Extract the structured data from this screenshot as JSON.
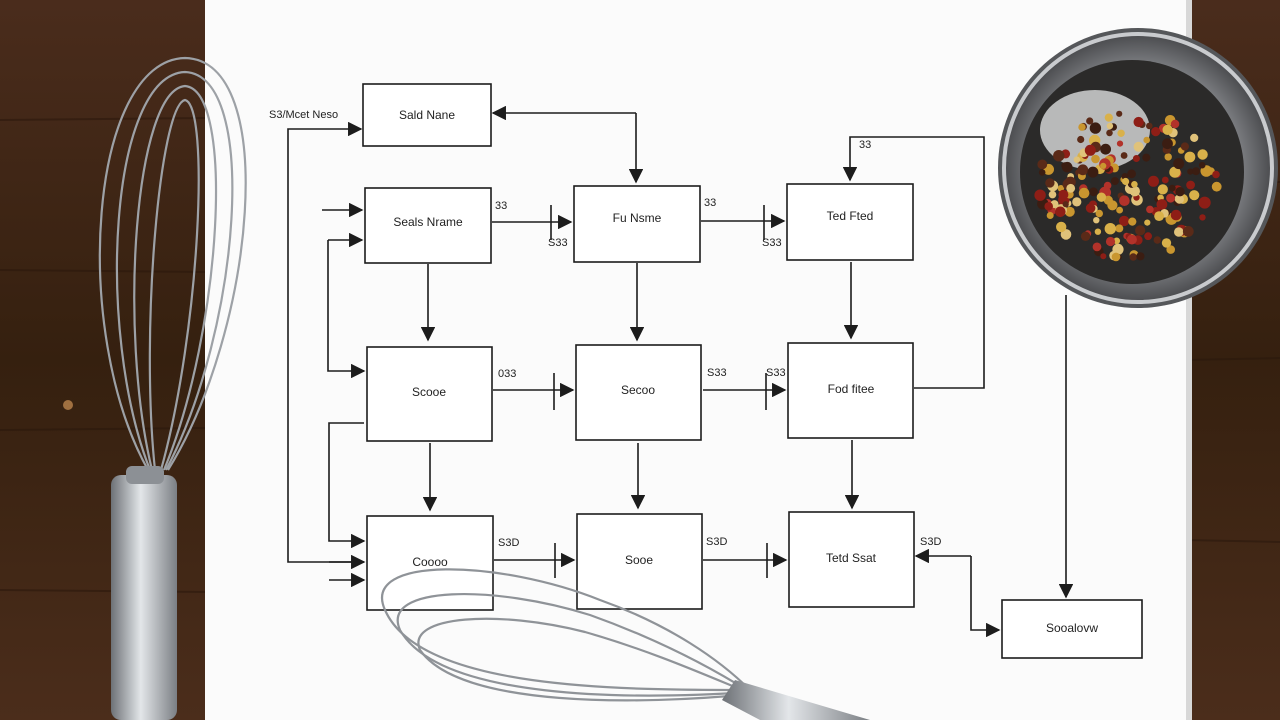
{
  "colors": {
    "table_wood": "#3b2418",
    "paper": "#fbfbfb",
    "ink": "#1c1c1c",
    "steel": "#a9adb2",
    "bowl_rim": "#8d8f93",
    "pepper_red": "#8e1e16",
    "pepper_gold": "#c9962f",
    "pepper_dark": "#3b1d12"
  },
  "diagram": {
    "nodes": [
      {
        "id": "n-top",
        "label": "Sald Nane"
      },
      {
        "id": "n-r1c1",
        "label": "Seals Nrame"
      },
      {
        "id": "n-r1c2",
        "label": "Fu Nsme"
      },
      {
        "id": "n-r1c3",
        "label": "Ted Fted"
      },
      {
        "id": "n-r2c1",
        "label": "Scooe"
      },
      {
        "id": "n-r2c2",
        "label": "Secoo"
      },
      {
        "id": "n-r2c3",
        "label": "Fod fitee"
      },
      {
        "id": "n-r3c1",
        "label": "Coooo"
      },
      {
        "id": "n-r3c2",
        "label": "Sooe"
      },
      {
        "id": "n-r3c3",
        "label": "Tetd Ssat"
      },
      {
        "id": "n-out",
        "label": "Sooalovw"
      }
    ],
    "side_labels": [
      "S3/Mcet Neso",
      "33",
      "33",
      "33",
      "S33",
      "S33",
      "S33",
      "033",
      "S3D",
      "S3D",
      "S33",
      "S3D"
    ]
  }
}
